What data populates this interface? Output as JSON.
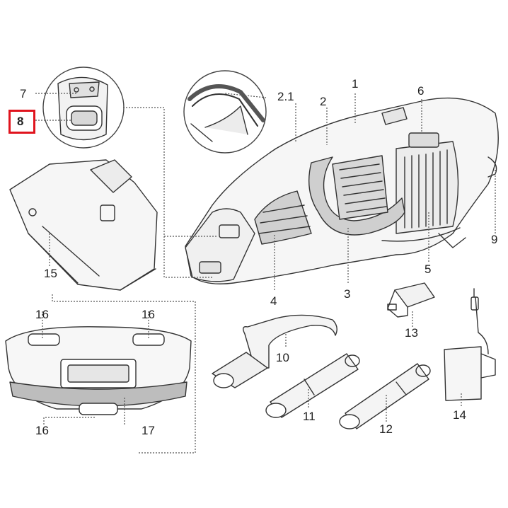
{
  "diagram": {
    "highlight_color": "#e0141e",
    "line_color": "#333333",
    "fill_light": "#f2f2f2",
    "fill_grey": "#d8d8d8",
    "highlighted_label": "8",
    "labels": {
      "l1": "1",
      "l2": "2",
      "l2_1": "2.1",
      "l3": "3",
      "l4": "4",
      "l5": "5",
      "l6": "6",
      "l7": "7",
      "l8": "8",
      "l9": "9",
      "l10": "10",
      "l11": "11",
      "l12": "12",
      "l13": "13",
      "l14": "14",
      "l15": "15",
      "l16a": "16",
      "l16b": "16",
      "l16c": "16",
      "l17": "17"
    }
  }
}
